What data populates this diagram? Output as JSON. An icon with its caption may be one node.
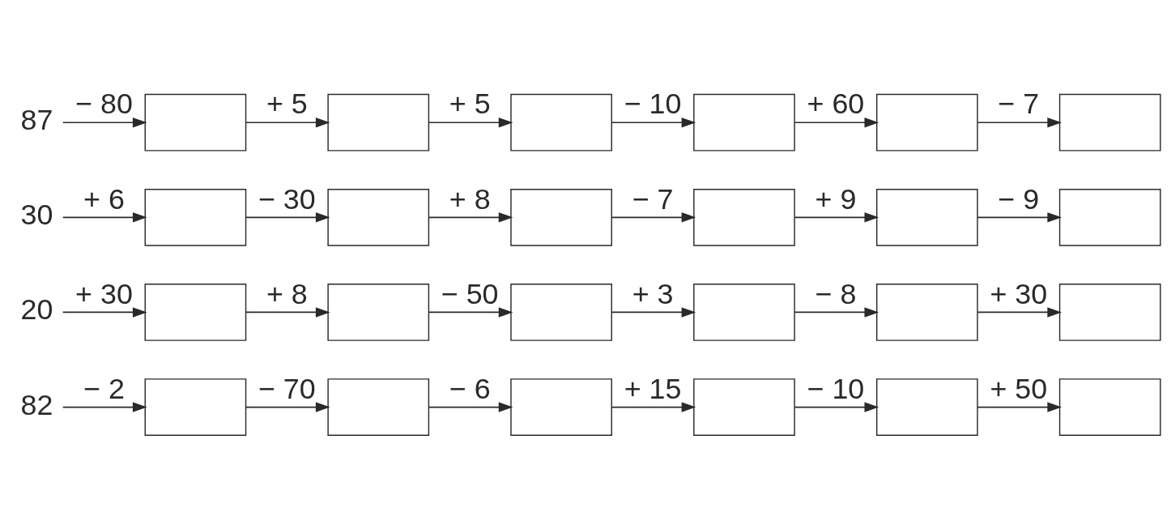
{
  "diagram": {
    "nodes": [
      {
        "text": [
          "87"
        ]
      },
      {
        "text": [],
        "shape": "box"
      },
      {
        "text": [],
        "shape": "box"
      },
      {
        "text": [],
        "shape": "box"
      },
      {
        "text": [],
        "shape": "box"
      },
      {
        "text": [],
        "shape": "box"
      },
      {
        "text": [],
        "shape": "box"
      },
      {
        "text": [
          "30"
        ]
      },
      {
        "text": [],
        "shape": "box"
      },
      {
        "text": [],
        "shape": "box"
      },
      {
        "text": [],
        "shape": "box"
      },
      {
        "text": [],
        "shape": "box"
      },
      {
        "text": [],
        "shape": "box"
      },
      {
        "text": [],
        "shape": "box"
      },
      {
        "text": [
          "20"
        ]
      },
      {
        "text": [],
        "shape": "box"
      },
      {
        "text": [],
        "shape": "box"
      },
      {
        "text": [],
        "shape": "box"
      },
      {
        "text": [],
        "shape": "box"
      },
      {
        "text": [],
        "shape": "box"
      },
      {
        "text": [],
        "shape": "box"
      },
      {
        "text": [
          "82"
        ]
      },
      {
        "text": [],
        "shape": "box"
      },
      {
        "text": [],
        "shape": "box"
      },
      {
        "text": [],
        "shape": "box"
      },
      {
        "text": [],
        "shape": "box"
      },
      {
        "text": [],
        "shape": "box"
      },
      {
        "text": [],
        "shape": "box"
      }
    ],
    "edges": [
      {
        "from": 0,
        "to": 1,
        "arrow": "to",
        "label": "− 80"
      },
      {
        "from": 1,
        "to": 2,
        "arrow": "to",
        "label": "+ 5"
      },
      {
        "from": 2,
        "to": 3,
        "arrow": "to",
        "label": "+ 5"
      },
      {
        "from": 3,
        "to": 4,
        "arrow": "to",
        "label": "− 10"
      },
      {
        "from": 4,
        "to": 5,
        "arrow": "to",
        "label": "+ 60"
      },
      {
        "from": 5,
        "to": 6,
        "arrow": "to",
        "label": "− 7"
      },
      {
        "from": 7,
        "to": 8,
        "arrow": "to",
        "label": "+ 6"
      },
      {
        "from": 8,
        "to": 9,
        "arrow": "to",
        "label": "− 30"
      },
      {
        "from": 9,
        "to": 10,
        "arrow": "to",
        "label": "+ 8"
      },
      {
        "from": 10,
        "to": 11,
        "arrow": "to",
        "label": "− 7"
      },
      {
        "from": 11,
        "to": 12,
        "arrow": "to",
        "label": "+ 9"
      },
      {
        "from": 12,
        "to": 13,
        "arrow": "to",
        "label": "− 9"
      },
      {
        "from": 14,
        "to": 15,
        "arrow": "to",
        "label": "+ 30"
      },
      {
        "from": 15,
        "to": 16,
        "arrow": "to",
        "label": "+ 8"
      },
      {
        "from": 16,
        "to": 17,
        "arrow": "to",
        "label": "− 50"
      },
      {
        "from": 17,
        "to": 18,
        "arrow": "to",
        "label": "+ 3"
      },
      {
        "from": 18,
        "to": 19,
        "arrow": "to",
        "label": "− 8"
      },
      {
        "from": 19,
        "to": 20,
        "arrow": "to",
        "label": "+ 30"
      },
      {
        "from": 21,
        "to": 22,
        "arrow": "to",
        "label": "− 2"
      },
      {
        "from": 22,
        "to": 23,
        "arrow": "to",
        "label": "− 70"
      },
      {
        "from": 23,
        "to": 24,
        "arrow": "to",
        "label": "− 6"
      },
      {
        "from": 24,
        "to": 25,
        "arrow": "to",
        "label": "+ 15"
      },
      {
        "from": 25,
        "to": 26,
        "arrow": "to",
        "label": "− 10"
      },
      {
        "from": 26,
        "to": 27,
        "arrow": "to",
        "label": "+ 50"
      }
    ]
  }
}
